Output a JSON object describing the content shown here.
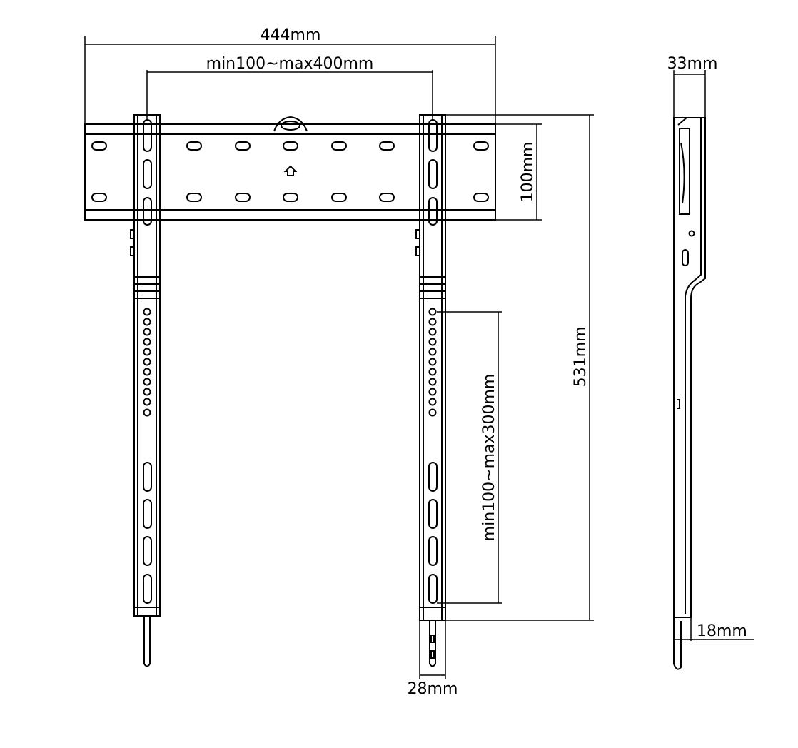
{
  "dimensions": {
    "total_width": "444mm",
    "vesa_horizontal": "min100~max400mm",
    "rail_height": "100mm",
    "total_height": "531mm",
    "vesa_vertical": "min100~max300mm",
    "arm_width": "28mm",
    "profile_depth": "33mm",
    "min_depth": "18mm"
  },
  "colors": {
    "line": "#000000",
    "background": "#ffffff"
  }
}
